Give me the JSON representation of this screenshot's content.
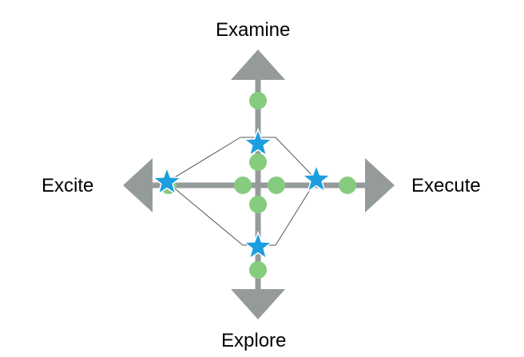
{
  "labels": {
    "top": "Examine",
    "left": "Excite",
    "right": "Execute",
    "bottom": "Explore"
  },
  "colors": {
    "axis": "#959b9a",
    "dot": "#86cc7f",
    "star": "#1c9ee0",
    "star_outline": "#ffffff",
    "connector": "#555555",
    "text": "#000000"
  },
  "diagram": {
    "arrow_directions": [
      "up",
      "down",
      "left",
      "right"
    ],
    "marker_counts": {
      "up": {
        "dots": 2,
        "stars": 1
      },
      "down": {
        "dots": 2,
        "stars": 1
      },
      "left": {
        "dots": 2,
        "stars": 1
      },
      "right": {
        "dots": 2,
        "stars": 1
      }
    },
    "polygon": "connects the four stars"
  }
}
